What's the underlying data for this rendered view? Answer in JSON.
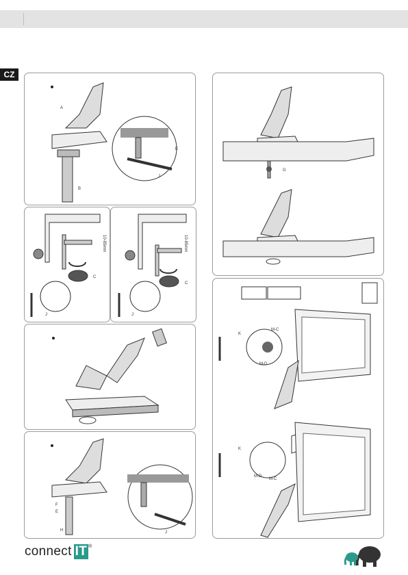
{
  "header": {
    "language_badge": "CZ"
  },
  "brand": {
    "name": "connect",
    "suffix": "IT",
    "mark": "®"
  },
  "labels": {
    "p1": {
      "a": "A",
      "b": "B",
      "e": "E",
      "j": "J"
    },
    "p2": {
      "dim": "10-85mm",
      "c": "C",
      "j": "J"
    },
    "p3": {
      "dim": "10-85mm",
      "c": "C",
      "j": "J"
    },
    "p5": {
      "f": "F",
      "e": "E",
      "h": "H",
      "j": "J"
    },
    "p6": {
      "g": "G"
    },
    "p7": {
      "k": "K",
      "m5": "M-D",
      "m4": "M-D",
      "mc": "M-C"
    }
  },
  "colors": {
    "accent": "#2b9a8c",
    "header_bar": "#e3e3e3",
    "badge": "#1a1a1a"
  },
  "icons": [
    "arm-mount-illustration",
    "allen-key-icon",
    "rotation-arrow-icon",
    "two-person-lift-icon",
    "elephant-logo-icon"
  ]
}
